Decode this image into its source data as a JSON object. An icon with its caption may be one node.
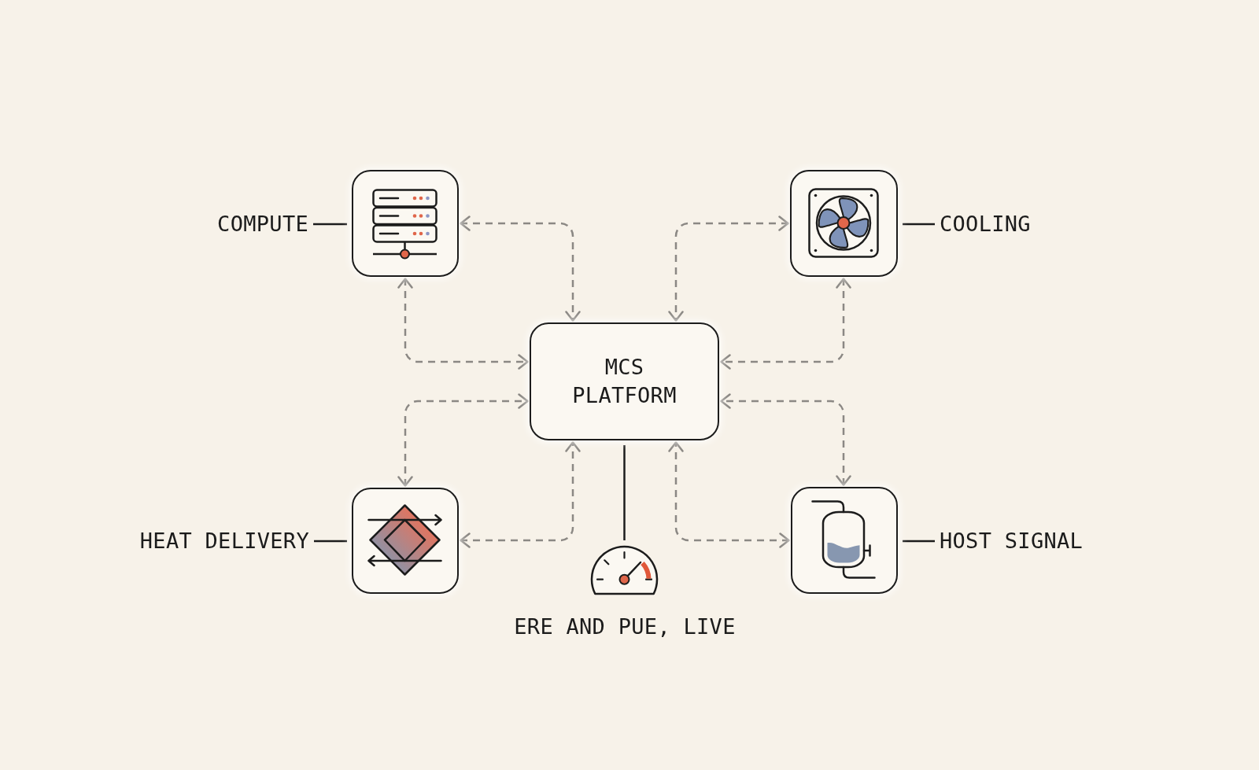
{
  "diagram": {
    "nodes": [
      {
        "text": [
          "COMPUTE"
        ]
      },
      {
        "text": [],
        "shape": "box"
      },
      {
        "text": [],
        "shape": "box"
      },
      {
        "text": [
          "COOLING"
        ]
      },
      {
        "text": [
          "MCS PLATFORM"
        ]
      },
      {
        "text": [
          "HEAT DELIVERY"
        ]
      },
      {
        "text": [],
        "shape": "box"
      },
      {
        "text": [],
        "shape": "picture",
        "beside": [
          "ERE AND PUE, LIVE"
        ]
      },
      {
        "text": [],
        "shape": "box"
      },
      {
        "text": [
          "HOST SIGNAL"
        ]
      }
    ],
    "edges": [
      {
        "from": 1,
        "to": 4,
        "arrow": "both",
        "style": "dashed"
      },
      {
        "from": 1,
        "to": 4,
        "arrow": "both",
        "style": "dashed"
      },
      {
        "from": 2,
        "to": 4,
        "arrow": "both",
        "style": "dashed"
      },
      {
        "from": 2,
        "to": 4,
        "arrow": "both",
        "style": "dashed"
      },
      {
        "from": 6,
        "to": 4,
        "arrow": "both",
        "style": "dashed"
      },
      {
        "from": 6,
        "to": 4,
        "arrow": "both",
        "style": "dashed"
      },
      {
        "from": 8,
        "to": 4,
        "arrow": "both",
        "style": "dashed"
      },
      {
        "from": 8,
        "to": 4,
        "arrow": "both",
        "style": "dashed"
      },
      {
        "from": 4,
        "to": 7,
        "arrow": "none",
        "color": "#1c1c1c"
      },
      {
        "from": 0,
        "to": 1,
        "arrow": "none",
        "color": "#1c1c1c"
      },
      {
        "from": 3,
        "to": 2,
        "arrow": "none",
        "color": "#1c1c1c"
      },
      {
        "from": 5,
        "to": 6,
        "arrow": "none",
        "color": "#1c1c1c"
      },
      {
        "from": 9,
        "to": 8,
        "arrow": "none",
        "color": "#1c1c1c"
      }
    ]
  }
}
